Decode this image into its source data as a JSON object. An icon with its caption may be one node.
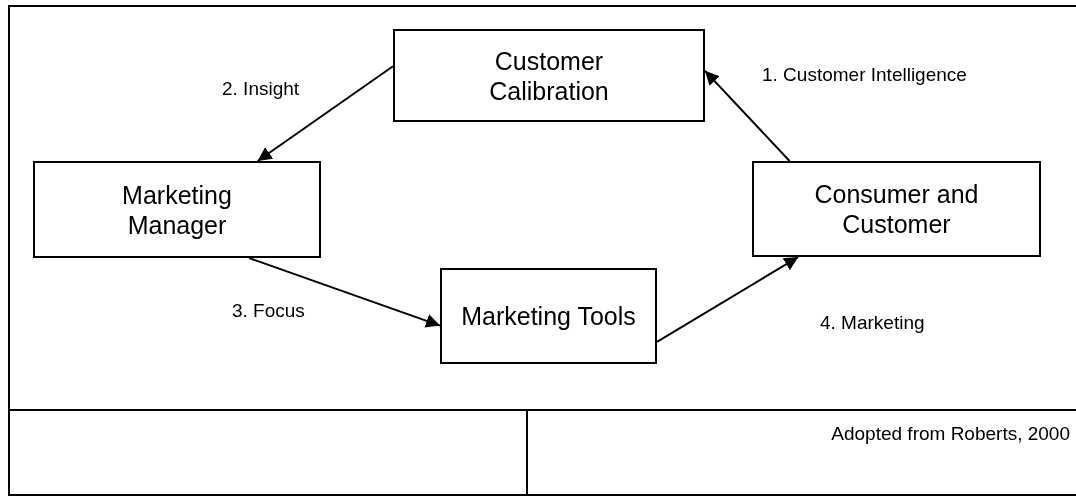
{
  "diagram": {
    "nodes": [
      {
        "text": [
          "Customer Calibration"
        ]
      },
      {
        "text": [
          "Marketing Manager"
        ]
      },
      {
        "text": [
          "Consumer and Customer"
        ]
      },
      {
        "text": [
          "Marketing Tools"
        ]
      }
    ],
    "edges": [
      {
        "from": 2,
        "to": 0,
        "arrow": "to",
        "label": "1. Customer Intelligence"
      },
      {
        "from": 0,
        "to": 1,
        "arrow": "to",
        "label": "2. Insight"
      },
      {
        "from": 1,
        "to": 3,
        "arrow": "to",
        "label": "3. Focus"
      },
      {
        "from": 3,
        "to": 2,
        "arrow": "to",
        "label": "4. Marketing"
      }
    ],
    "labels": [
      "Adopted from Roberts, 2000"
    ]
  }
}
